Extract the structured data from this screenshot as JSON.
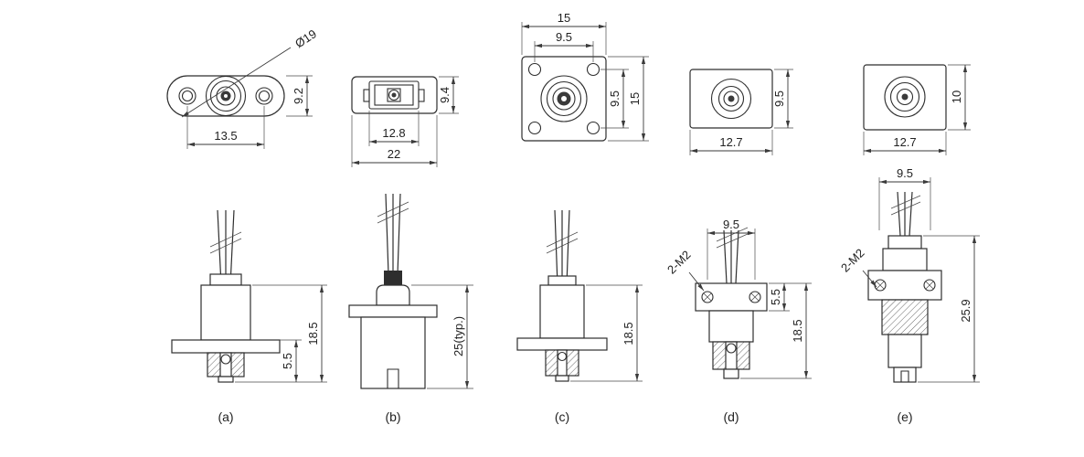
{
  "views": [
    {
      "label": "(a)",
      "top": {
        "flange_diameter": "Ø19",
        "height": "9.2",
        "hole_spacing": "13.5"
      },
      "side": {
        "total_height": "18.5",
        "mount_height": "5.5"
      }
    },
    {
      "label": "(b)",
      "top": {
        "body_width": "12.8",
        "flange_width": "22",
        "height": "9.4"
      },
      "side": {
        "total_height": "25(typ.)"
      }
    },
    {
      "label": "(c)",
      "top": {
        "flange_width": "15",
        "hole_spacing_h": "9.5",
        "hole_spacing_v": "9.5",
        "flange_height": "15"
      },
      "side": {
        "total_height": "18.5"
      }
    },
    {
      "label": "(d)",
      "top": {
        "height": "9.5",
        "width": "12.7"
      },
      "side": {
        "block_width": "9.5",
        "screw_spec": "2-M2",
        "block_height": "5.5",
        "total_height": "18.5"
      }
    },
    {
      "label": "(e)",
      "top": {
        "height": "10",
        "width": "12.7"
      },
      "side": {
        "block_width": "9.5",
        "screw_spec": "2-M2",
        "total_height": "25.9"
      }
    }
  ]
}
